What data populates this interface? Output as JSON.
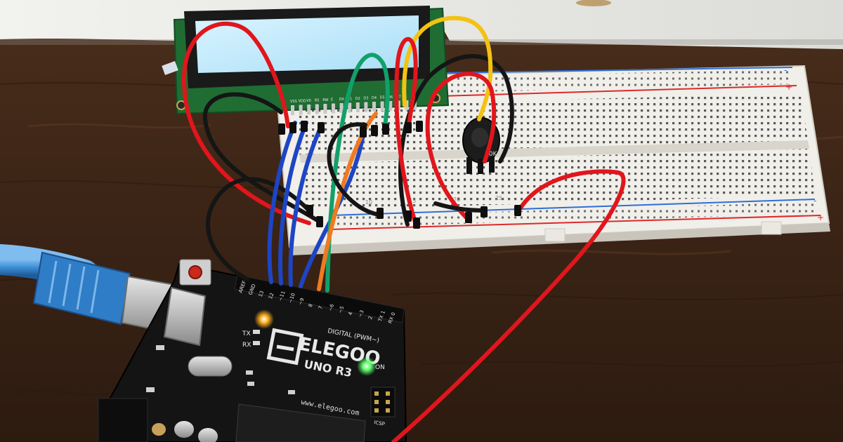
{
  "scene": {
    "board": {
      "brand": "ELEGOO",
      "model": "UNO R3",
      "website": "www.elegoo.com",
      "digital_label": "DIGITAL (PWM~)",
      "on_label": "ON",
      "tx_label": "TX",
      "rx_label": "RX",
      "icsp_label": "ICSP",
      "pin_labels": [
        "AREF",
        "GND",
        "13",
        "12",
        "~11",
        "~10",
        "~9",
        "8",
        "7",
        "~6",
        "~5",
        "4",
        "~3",
        "2",
        "TX 1",
        "RX 0"
      ]
    },
    "lcd": {
      "pin_labels": [
        "VSS",
        "VDD",
        "V0",
        "RS",
        "RW",
        "E",
        "D0",
        "D1",
        "D2",
        "D3",
        "D4",
        "D5",
        "D6",
        "D7",
        "A",
        "K"
      ]
    },
    "breadboard": {
      "row_numbers": [
        "10",
        "15",
        "20",
        "25"
      ],
      "rail_signs": [
        "-",
        "+"
      ]
    },
    "colors": {
      "wood": "#3a2316",
      "wall": "#e8e8e4",
      "breadboard": "#f1efea",
      "lcd_screen": "#bfe9ff",
      "lcd_pcb": "#1f6d33",
      "arduino_pcb": "#141414",
      "usb_cable": "#3d8fd6",
      "wire_red": "#e0161c",
      "wire_black": "#151515",
      "wire_blue": "#1d45c4",
      "wire_green": "#12a06a",
      "wire_yellow": "#f3c213",
      "wire_orange": "#ef7a20",
      "led_green": "#5cff6a",
      "led_orange": "#ffb020"
    }
  }
}
